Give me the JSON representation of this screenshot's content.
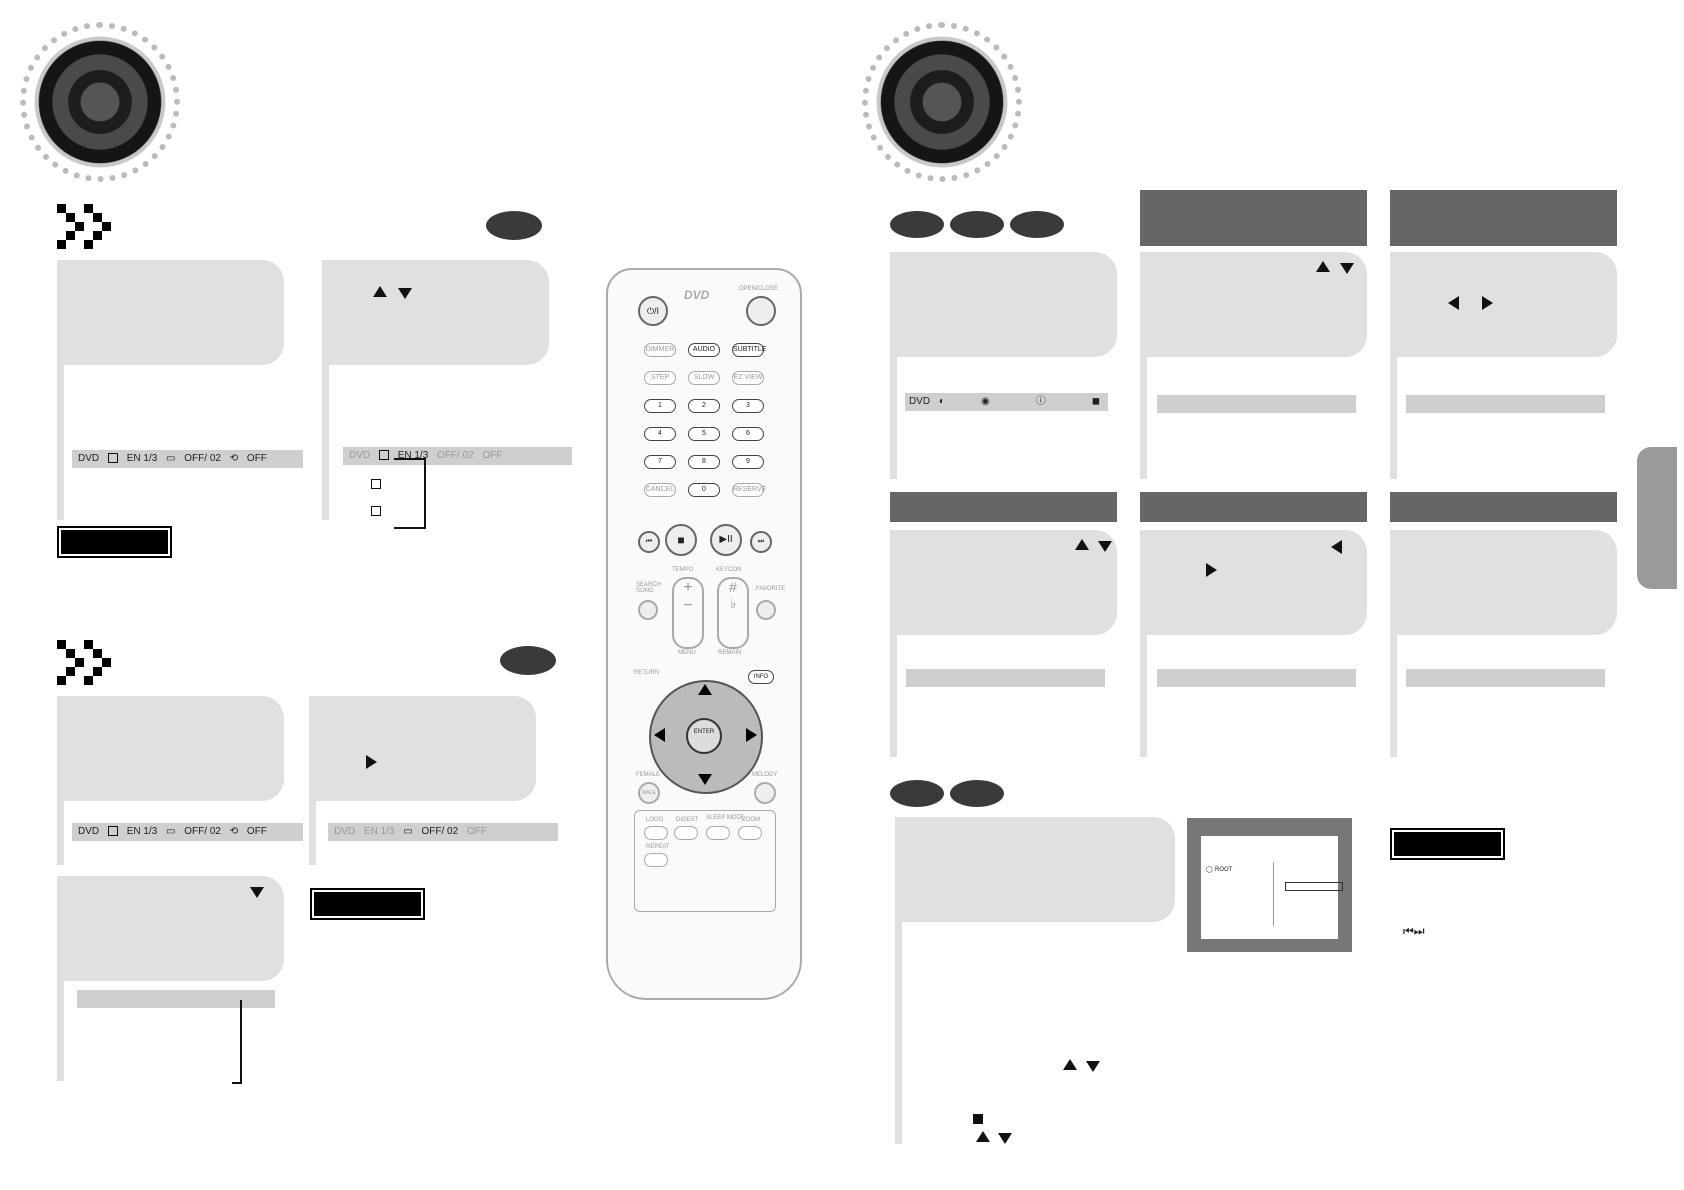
{
  "remote": {
    "brand": "DVD",
    "buttons": {
      "power": "⏻/I",
      "open_close": "OPEN/CLOSE",
      "dimmer": "DIMMER",
      "audio": "AUDIO",
      "subtitle": "SUBTITLE",
      "step": "STEP",
      "slow": "SLOW",
      "ez_view": "EZ VIEW",
      "digits": [
        "1",
        "2",
        "3",
        "4",
        "5",
        "6",
        "7",
        "8",
        "9"
      ],
      "cancel": "CANCEL",
      "zero": "0",
      "reserve": "RESERVE",
      "tempo": "TEMPO",
      "keycon": "KEYCON",
      "search_song": "SEARCH SONG",
      "favorite": "FAVORITE",
      "menu": "MENU",
      "remain": "REMAIN",
      "return": "RETURN",
      "info": "INFO",
      "enter": "ENTER",
      "female": "FEMALE",
      "male": "MALE",
      "melody": "MELODY",
      "logo": "LOGO",
      "digest": "DIGEST",
      "sleep_mode": "SLEEP MODE",
      "zoom": "ZOOM",
      "repeat": "REPEAT"
    }
  },
  "audio_section": {
    "osd_normal": {
      "disc": "DVD",
      "audio": "EN 1/3",
      "subtitle": "OFF/ 02",
      "repeat": "OFF"
    },
    "osd_dim": {
      "disc": "DVD",
      "audio": "EN 1/3",
      "subtitle": "OFF/ 02",
      "repeat": "OFF"
    }
  },
  "subtitle_section": {
    "osd_normal": {
      "disc": "DVD",
      "audio": "EN 1/3",
      "subtitle": "OFF/ 02",
      "repeat": "OFF"
    },
    "osd_dim": {
      "disc": "DVD",
      "audio": "EN 1/3",
      "subtitle": "OFF/ 02",
      "repeat": "OFF"
    }
  },
  "info_section": {
    "osd_disc": "DVD"
  },
  "file_browser": {
    "root_label": "ROOT"
  }
}
